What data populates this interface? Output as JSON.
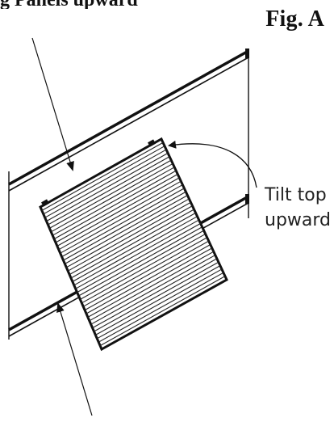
{
  "figure": {
    "title": "Fig. A",
    "top_fragment": "g Panels upward",
    "callout": {
      "line1": "Tilt top",
      "line2": "upward"
    }
  },
  "colors": {
    "ink": "#111111",
    "panel_fill": "#ffffff",
    "rail": "#1a1a1a"
  }
}
